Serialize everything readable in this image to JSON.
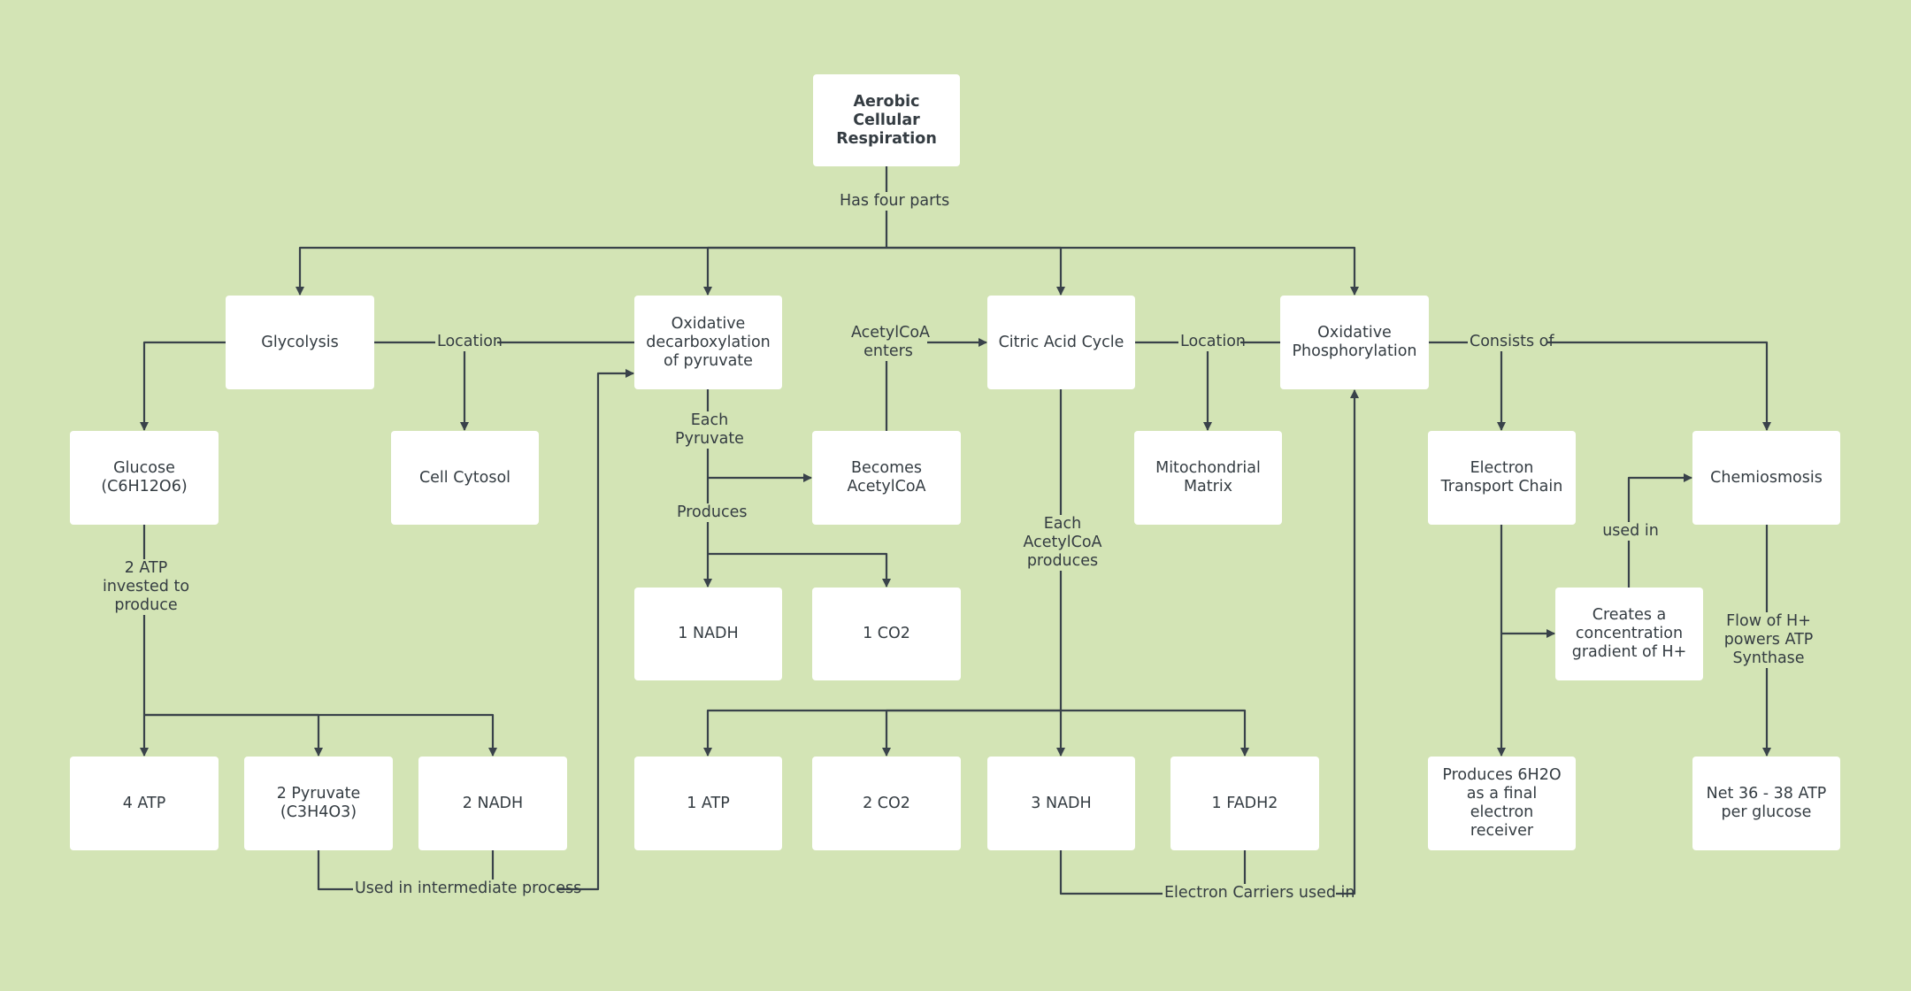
{
  "nodes": {
    "root": "Aerobic Cellular Respiration",
    "glycolysis": "Glycolysis",
    "oxidative_decarboxylation": "Oxidative decarboxylation of pyruvate",
    "citric_acid_cycle": "Citric Acid Cycle",
    "oxidative_phosphorylation": "Oxidative Phosphorylation",
    "glucose": "Glucose (C6H12O6)",
    "cell_cytosol": "Cell Cytosol",
    "becomes_acetylcoa": "Becomes AcetylCoA",
    "mitochondrial_matrix": "Mitochondrial Matrix",
    "electron_transport_chain": "Electron Transport Chain",
    "chemiosmosis": "Chemiosmosis",
    "one_nadh": "1 NADH",
    "one_co2": "1 CO2",
    "concentration_gradient": "Creates a concentration gradient of H+",
    "four_atp": "4 ATP",
    "two_pyruvate": "2 Pyruvate (C3H4O3)",
    "two_nadh": "2 NADH",
    "one_atp": "1 ATP",
    "two_co2": "2 CO2",
    "three_nadh": "3 NADH",
    "one_fadh2": "1 FADH2",
    "produces_water": "Produces 6H2O as a final electron receiver",
    "net_atp": "Net 36 - 38 ATP per glucose"
  },
  "edge_labels": {
    "has_four_parts": "Has four parts",
    "location_glycolysis": "Location",
    "acetylcoa_enters": "AcetylCoA enters",
    "location_cac": "Location",
    "consists_of": "Consists of",
    "each_pyruvate": "Each Pyruvate",
    "produces": "Produces",
    "each_acetylcoa_produces": "Each AcetylCoA produces",
    "atp_invested": "2 ATP invested to produce",
    "used_in": "used in",
    "flow_of_h": "Flow of H+ powers ATP Synthase",
    "used_in_intermediate": "Used in intermediate process",
    "electron_carriers": "Electron Carriers used in"
  },
  "colors": {
    "background": "#d3e4b5",
    "node_fill": "#ffffff",
    "edge_stroke": "#39424a",
    "text": "#343c42"
  }
}
